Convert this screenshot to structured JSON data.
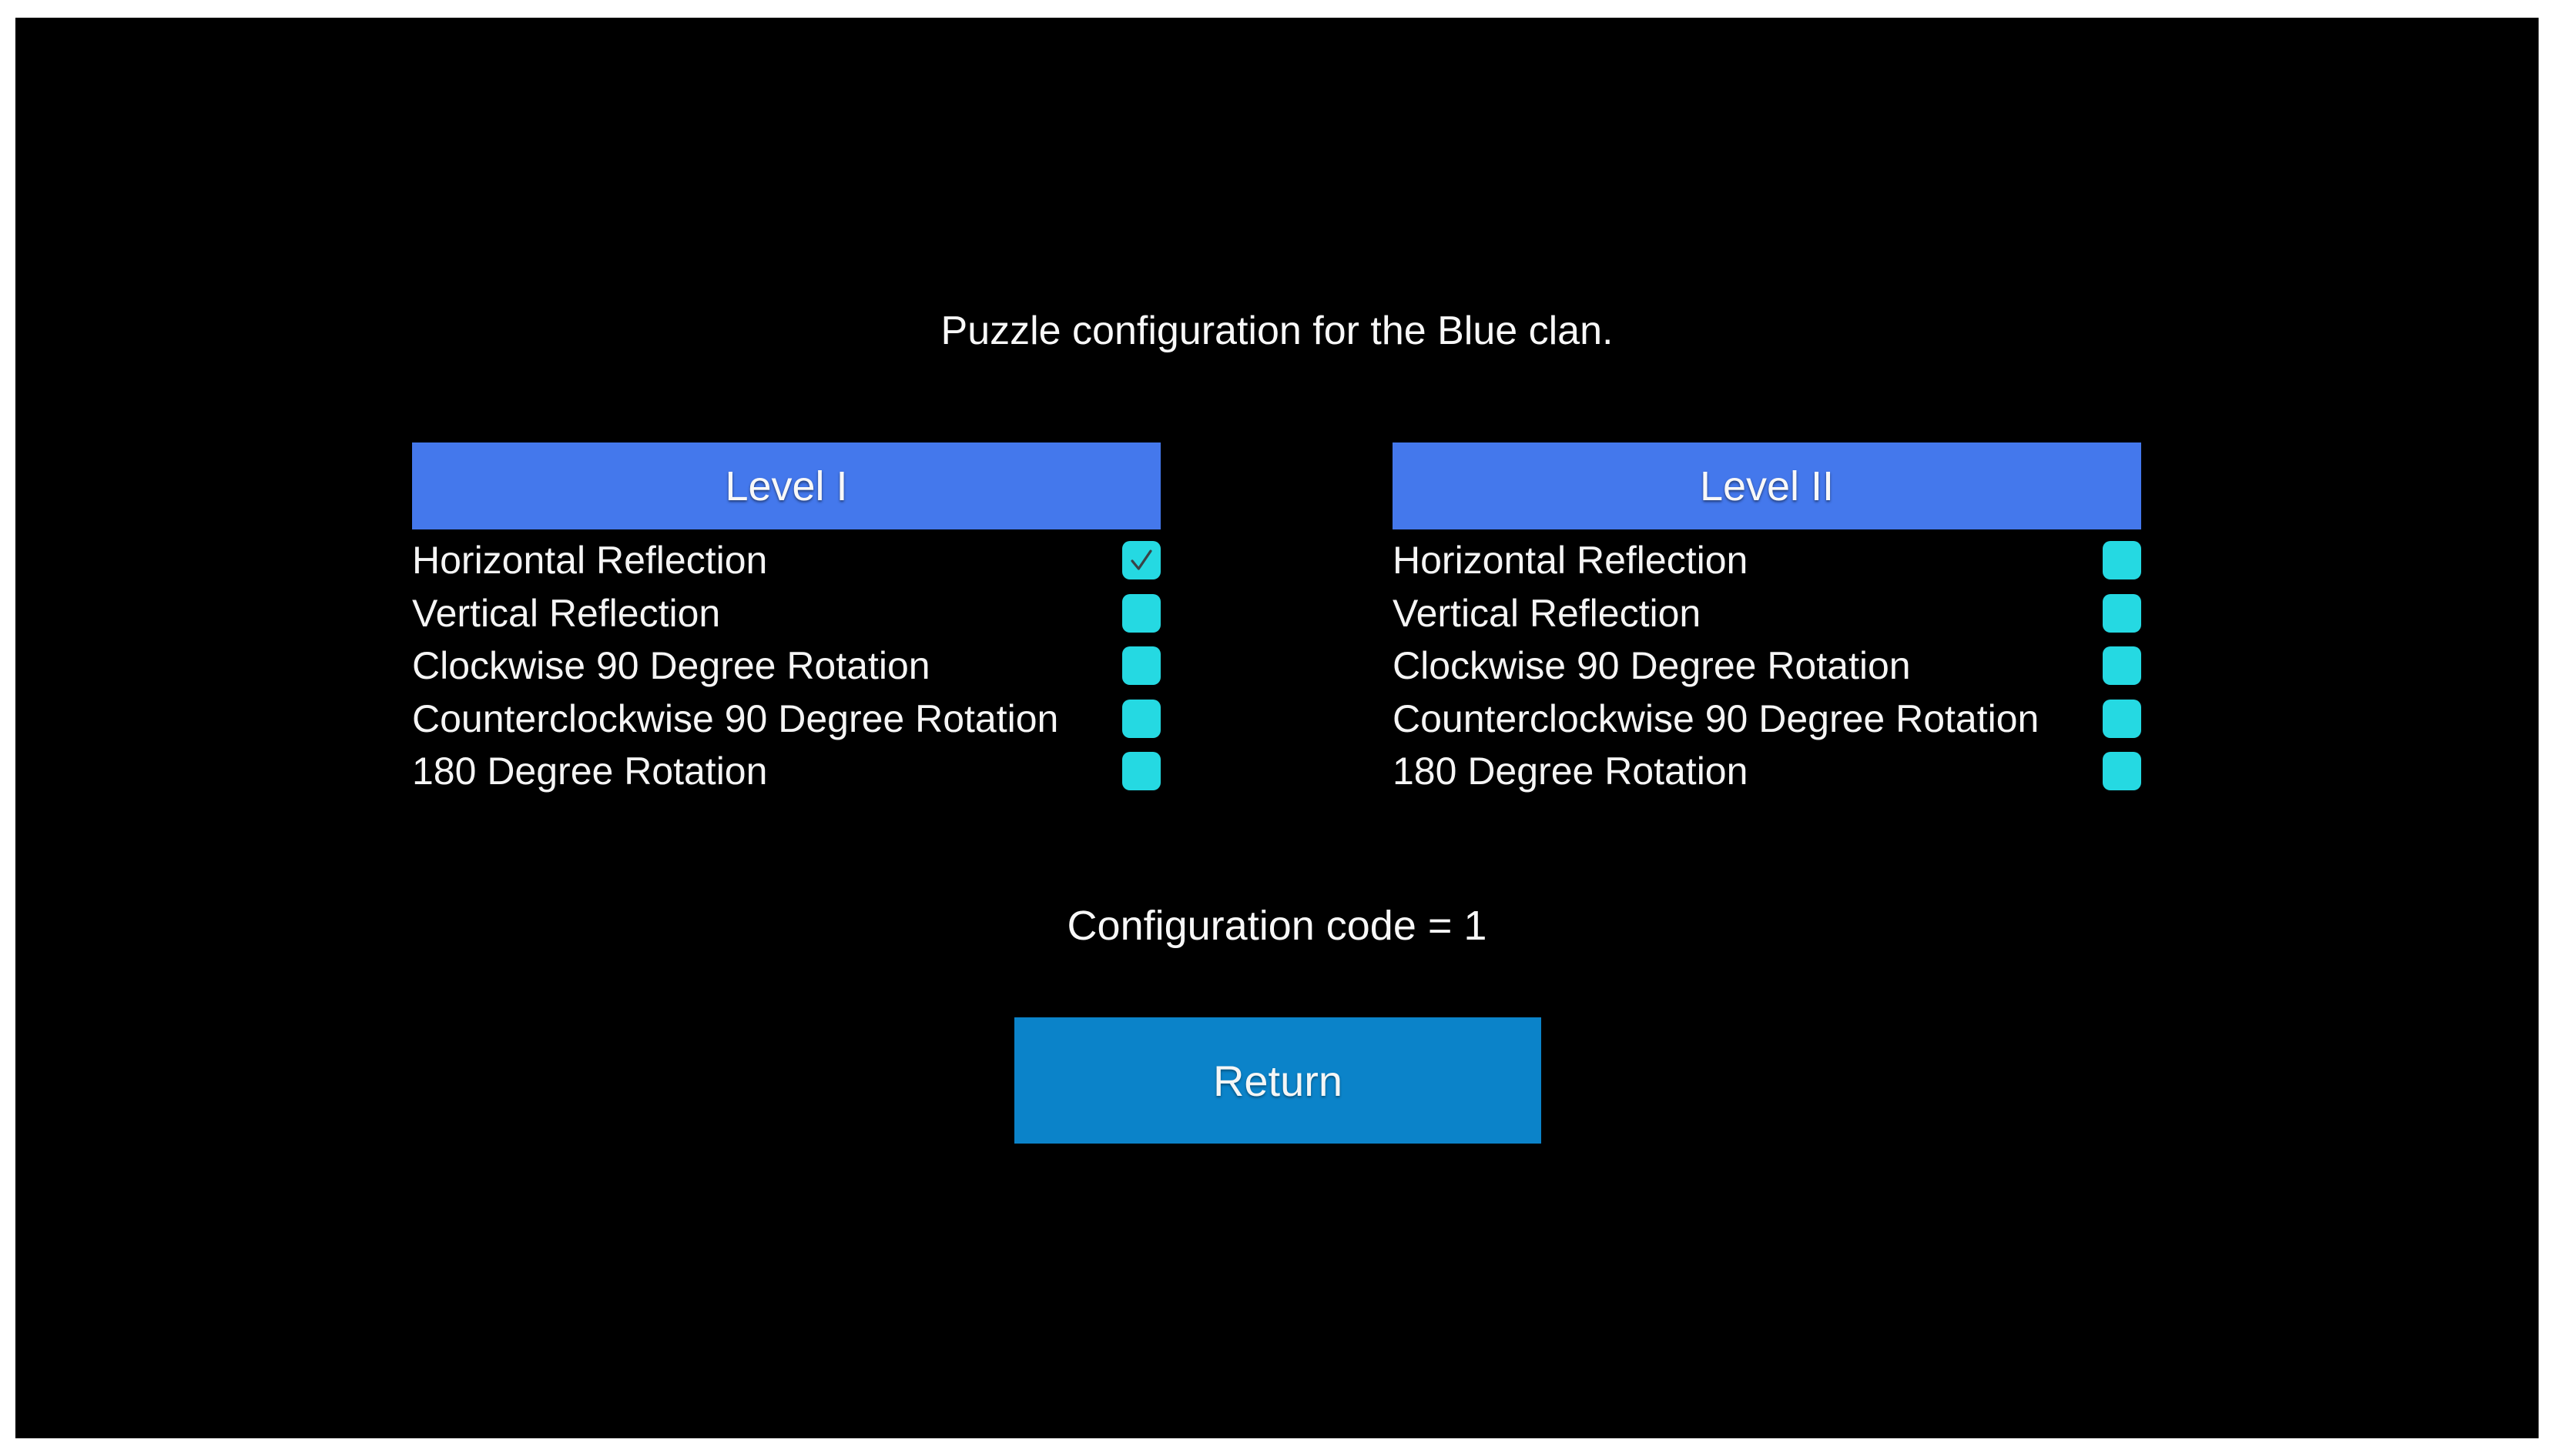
{
  "title": "Puzzle configuration for the Blue clan.",
  "columns": [
    {
      "header": "Level I",
      "items": [
        {
          "label": "Horizontal Reflection",
          "checked": true
        },
        {
          "label": "Vertical Reflection",
          "checked": false
        },
        {
          "label": "Clockwise 90 Degree Rotation",
          "checked": false
        },
        {
          "label": "Counterclockwise 90 Degree Rotation",
          "checked": false
        },
        {
          "label": "180 Degree Rotation",
          "checked": false
        }
      ]
    },
    {
      "header": "Level II",
      "items": [
        {
          "label": "Horizontal Reflection",
          "checked": false
        },
        {
          "label": "Vertical Reflection",
          "checked": false
        },
        {
          "label": "Clockwise 90 Degree Rotation",
          "checked": false
        },
        {
          "label": "Counterclockwise 90 Degree Rotation",
          "checked": false
        },
        {
          "label": "180 Degree Rotation",
          "checked": false
        }
      ]
    }
  ],
  "config_code_text": "Configuration code = 1",
  "return_label": "Return",
  "colors": {
    "background": "#000000",
    "frame": "#ffffff",
    "header_bg": "#4478ec",
    "checkbox": "#25d9e2",
    "check_mark": "#3a4347",
    "button_bg": "#0b83c9",
    "text": "#f8f8f8"
  }
}
